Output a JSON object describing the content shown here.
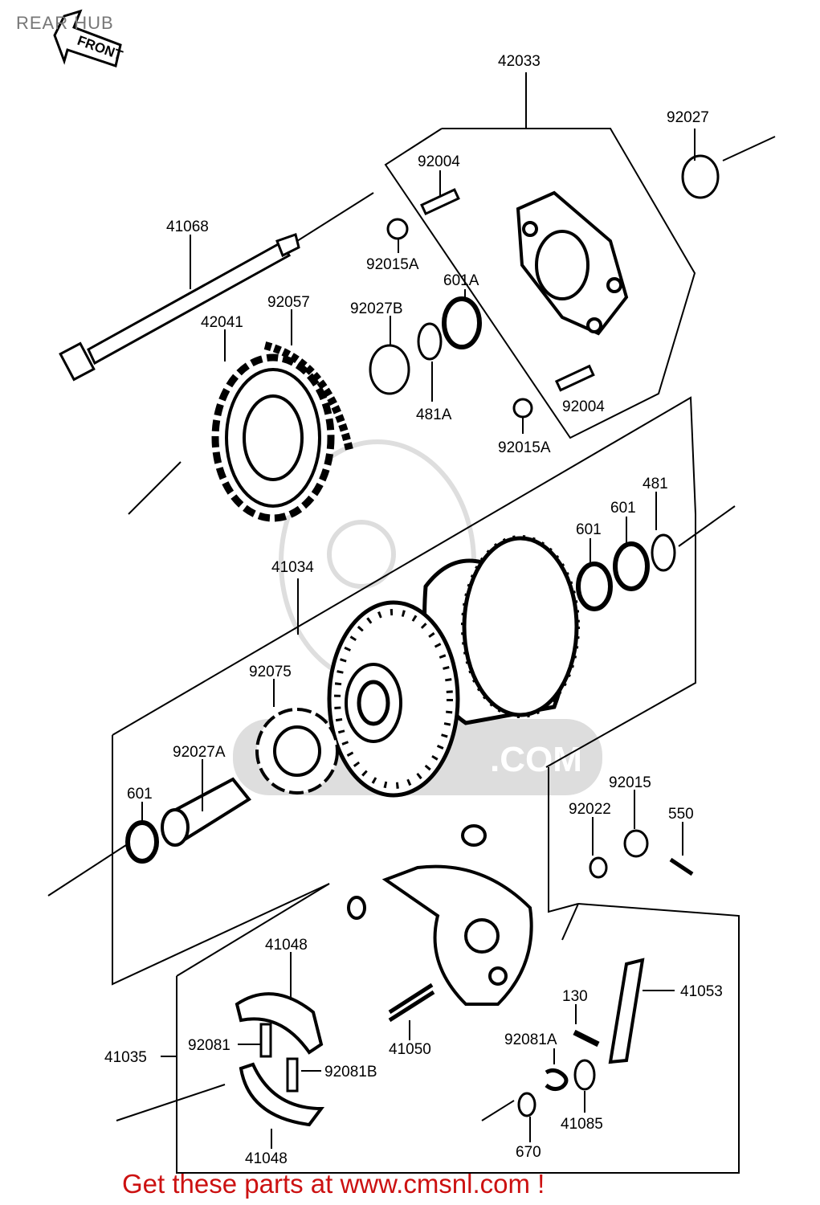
{
  "title": "REAR HUB",
  "front_marker": "FRONT",
  "watermark_text": ".COM",
  "footer": "Get these parts at www.cmsnl.com !",
  "parts": [
    {
      "id": "p42033",
      "label": "42033"
    },
    {
      "id": "p92027",
      "label": "92027"
    },
    {
      "id": "p92004a",
      "label": "92004"
    },
    {
      "id": "p41068",
      "label": "41068"
    },
    {
      "id": "p92015Aa",
      "label": "92015A"
    },
    {
      "id": "p601A",
      "label": "601A"
    },
    {
      "id": "p92057",
      "label": "92057"
    },
    {
      "id": "p42041",
      "label": "42041"
    },
    {
      "id": "p92027B",
      "label": "92027B"
    },
    {
      "id": "p481A",
      "label": "481A"
    },
    {
      "id": "p92004b",
      "label": "92004"
    },
    {
      "id": "p92015Ab",
      "label": "92015A"
    },
    {
      "id": "p481",
      "label": "481"
    },
    {
      "id": "p601a",
      "label": "601"
    },
    {
      "id": "p601b",
      "label": "601"
    },
    {
      "id": "p41034",
      "label": "41034"
    },
    {
      "id": "p92075",
      "label": "92075"
    },
    {
      "id": "p92027A",
      "label": "92027A"
    },
    {
      "id": "p601c",
      "label": "601"
    },
    {
      "id": "p92015",
      "label": "92015"
    },
    {
      "id": "p92022",
      "label": "92022"
    },
    {
      "id": "p550",
      "label": "550"
    },
    {
      "id": "p41048a",
      "label": "41048"
    },
    {
      "id": "p41053",
      "label": "41053"
    },
    {
      "id": "p130",
      "label": "130"
    },
    {
      "id": "p41035",
      "label": "41035"
    },
    {
      "id": "p92081",
      "label": "92081"
    },
    {
      "id": "p92081B",
      "label": "92081B"
    },
    {
      "id": "p41050",
      "label": "41050"
    },
    {
      "id": "p92081A",
      "label": "92081A"
    },
    {
      "id": "p41085",
      "label": "41085"
    },
    {
      "id": "p670",
      "label": "670"
    },
    {
      "id": "p41048b",
      "label": "41048"
    }
  ]
}
